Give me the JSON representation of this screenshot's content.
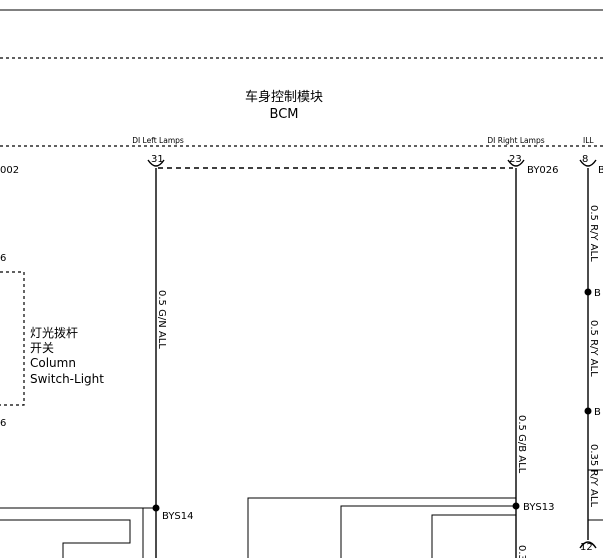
{
  "module": {
    "title_cn": "车身控制模块",
    "title_en": "BCM"
  },
  "pins": {
    "left_label": "DI Left Lamps",
    "right_label": "DI Right Lamps",
    "ill_label": "ILL",
    "left_number": "31",
    "right_number": "23",
    "ill_number": "8",
    "ill_bottom_number": "12",
    "connector_left": "002",
    "connector_right": "BY026",
    "connector_far_right": "B"
  },
  "wires": {
    "left": "0.5 G/N ALL",
    "right": "0.5 G/B ALL",
    "ill_top": "0.5 R/Y ALL",
    "ill_mid": "0.5 R/Y ALL",
    "ill_bottom": "0.35 R/Y ALL",
    "cut_bottom": "0.3"
  },
  "splices": {
    "left": "BYS14",
    "right": "BYS13",
    "ill_1": "B",
    "ill_2": "B"
  },
  "switch": {
    "name_cn": "灯光拨杆",
    "name_cn_2": "开关",
    "name_en_1": "Column",
    "name_en_2": "Switch-Light",
    "pin_top": "6",
    "pin_bottom": "6"
  }
}
